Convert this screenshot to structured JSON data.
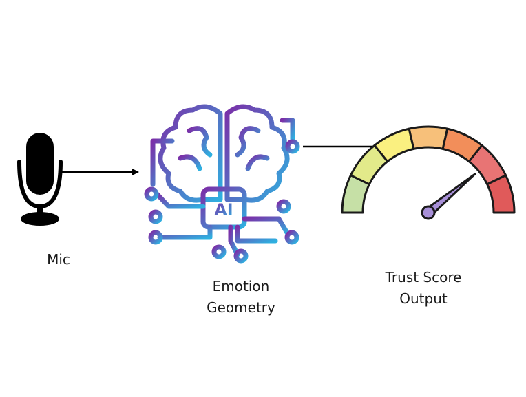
{
  "nodes": {
    "mic": {
      "label": "Mic",
      "icon": "microphone-icon"
    },
    "emotion": {
      "label_line1": "Emotion",
      "label_line2": "Geometry",
      "icon": "ai-brain-circuit-icon",
      "chip_text": "AI"
    },
    "trust": {
      "label_line1": "Trust Score",
      "label_line2": "Output",
      "icon": "gauge-meter-icon"
    }
  },
  "colors": {
    "arrow": "#000000",
    "brain_gradient_start": "#7b2fa8",
    "brain_gradient_end": "#2fb0e0",
    "gauge_segments": [
      "#c6e0a6",
      "#e2ea8a",
      "#faf080",
      "#f7c07a",
      "#f28e5a",
      "#e87474",
      "#e05a5a"
    ],
    "needle": "#a890d8"
  },
  "gauge": {
    "needle_level": 0.78
  }
}
